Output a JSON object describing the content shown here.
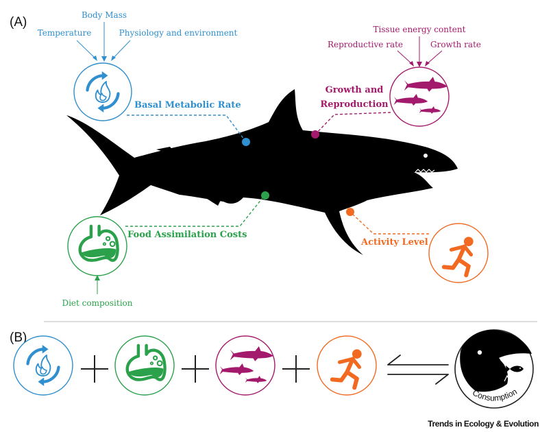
{
  "panel_a": {
    "label": "(A)",
    "basal": {
      "title": "Basal Metabolic Rate",
      "inputs": [
        "Body Mass",
        "Temperature",
        "Physiology and environment"
      ],
      "color": "#2f8fcf"
    },
    "growth": {
      "title_line1": "Growth and",
      "title_line2": "Reproduction",
      "inputs": [
        "Tissue energy content",
        "Reproductive rate",
        "Growth rate"
      ],
      "color": "#a3196b"
    },
    "food": {
      "title": "Food Assimilation Costs",
      "input": "Diet composition",
      "color": "#2aa14a"
    },
    "activity": {
      "title": "Activity Level",
      "color": "#f26a21"
    }
  },
  "panel_b": {
    "label": "(B)",
    "consumption_label": "Consumption"
  },
  "credit": "Trends in Ecology & Evolution",
  "icons": [
    "fire-cycle-icon",
    "stomach-icon",
    "sharks-icon",
    "runner-icon",
    "equilibrium-arrows-icon",
    "shark-head-icon"
  ]
}
